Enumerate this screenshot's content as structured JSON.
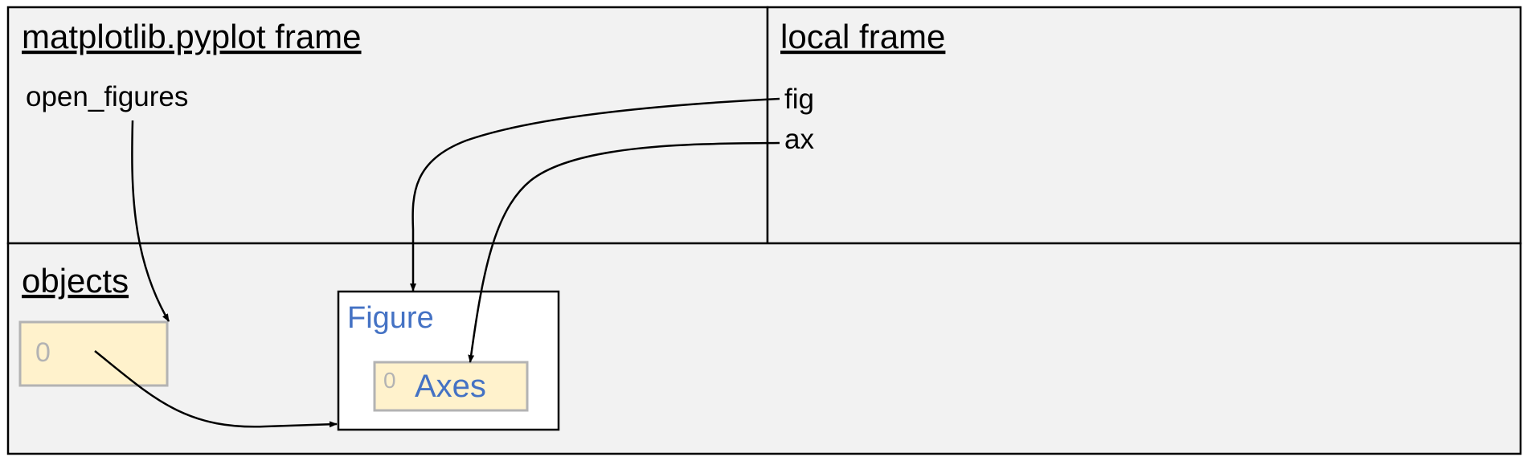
{
  "frames": {
    "pyplot": {
      "title": "matplotlib.pyplot frame",
      "variables": [
        "open_figures"
      ]
    },
    "local": {
      "title": "local frame",
      "variables": [
        "fig",
        "ax"
      ]
    },
    "objects": {
      "title": "objects"
    }
  },
  "objects": {
    "list": {
      "index": "0"
    },
    "figure": {
      "label": "Figure",
      "axes_list": {
        "index": "0",
        "label": "Axes"
      }
    }
  },
  "colors": {
    "panel_bg": "#f2f2f2",
    "border": "#000000",
    "list_fill": "#fff2cc",
    "list_stroke": "#b3b3b3",
    "index_text": "#b3b3b3",
    "object_text": "#4472c4",
    "figure_fill": "#ffffff"
  }
}
